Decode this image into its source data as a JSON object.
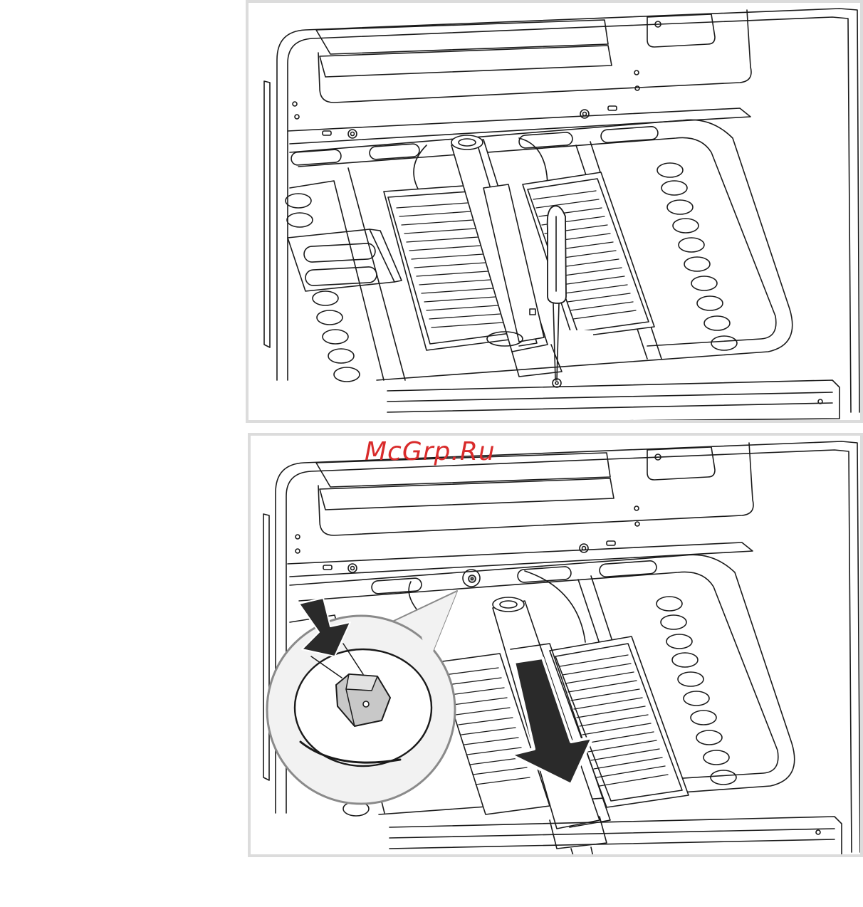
{
  "watermark": {
    "text": "McGrp.Ru",
    "color": "#d92b2b"
  },
  "figures": [
    {
      "id": "step-1",
      "description_icons": [
        "oven-cavity",
        "burner-assembly",
        "screwdriver"
      ]
    },
    {
      "id": "step-2",
      "description_icons": [
        "oven-cavity",
        "burner-assembly",
        "magnifier-callout",
        "hex-nut",
        "pull-arrow"
      ]
    }
  ],
  "colors": {
    "line": "#1a1a1a",
    "panel_border": "#dcdcdc",
    "callout_fill": "#f2f2f2",
    "nut_fill": "#c8c8c8",
    "arrow_fill": "#2a2a2a"
  }
}
